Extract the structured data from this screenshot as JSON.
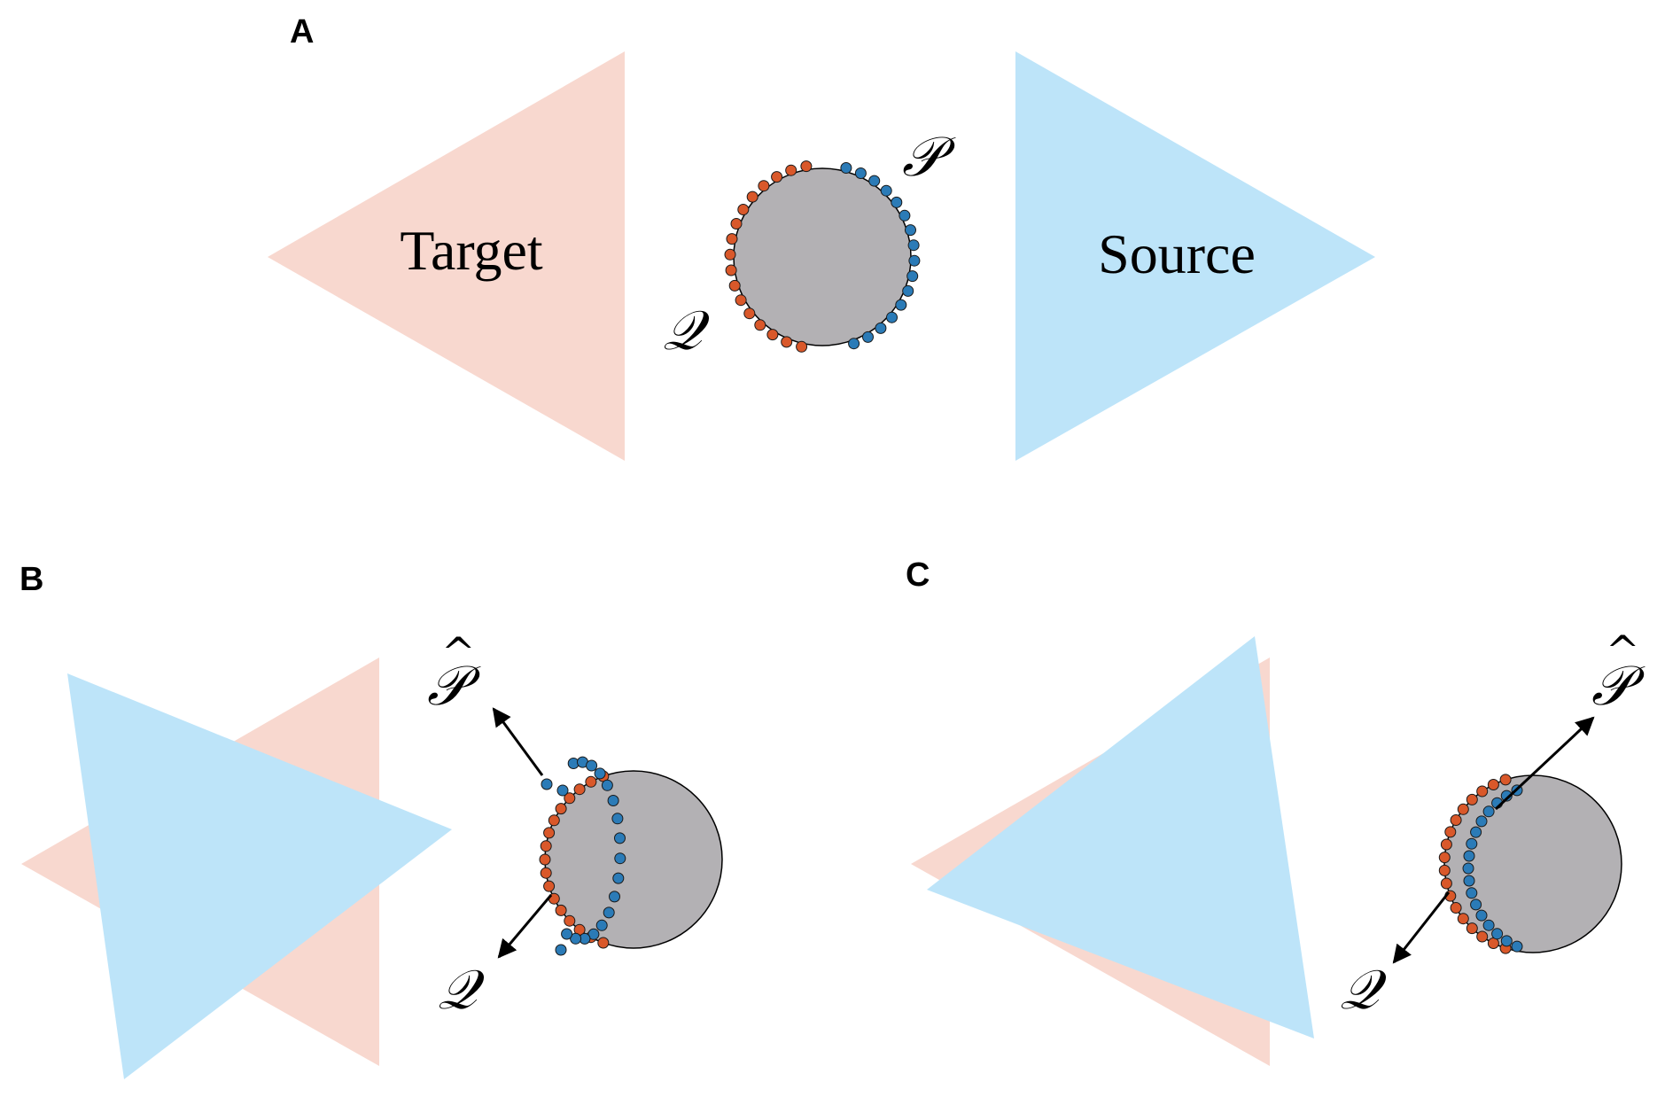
{
  "panels": {
    "a": {
      "label": "A",
      "target_label": "Target",
      "source_label": "Source",
      "p_label": "𝒫",
      "q_label": "𝒬"
    },
    "b": {
      "label": "B",
      "p_label": "𝒫",
      "p_hat": "^",
      "q_label": "𝒬"
    },
    "c": {
      "label": "C",
      "p_label": "𝒫",
      "p_hat": "^",
      "q_label": "𝒬"
    }
  },
  "colors": {
    "target": "#f8d8cf",
    "source": "#bde4f9",
    "circle": "#b3b1b4",
    "q_points": "#d9582a",
    "p_points": "#2b7bb7",
    "arrow": "#000000"
  }
}
